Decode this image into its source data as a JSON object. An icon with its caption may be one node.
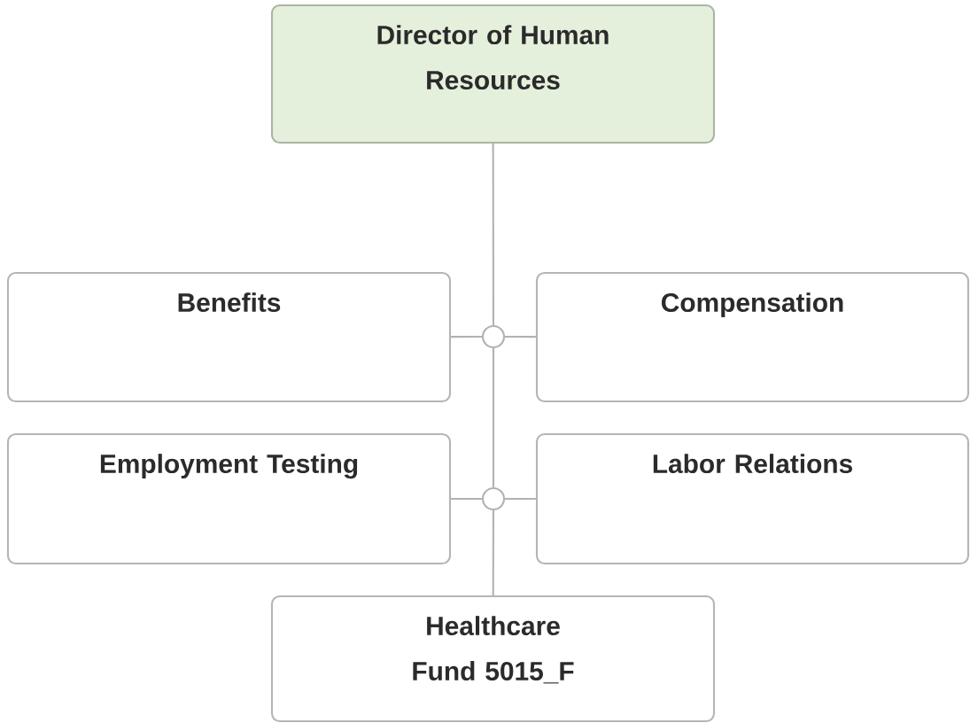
{
  "diagram": {
    "nodes": [
      {
        "text": [
          "Director of Human Resources"
        ]
      },
      {
        "text": [
          "Benefits"
        ]
      },
      {
        "text": [
          "Compensation"
        ]
      },
      {
        "text": [
          "Employment Testing"
        ]
      },
      {
        "text": [
          "Labor Relations"
        ]
      },
      {
        "text": [
          "Healthcare Fund 5015_F"
        ]
      },
      {
        "text": [],
        "shape": "circle"
      },
      {
        "text": [],
        "shape": "circle"
      }
    ],
    "edges": [
      {
        "from": 0,
        "to": 6,
        "arrow": "none"
      },
      {
        "from": 6,
        "to": 1,
        "arrow": "none"
      },
      {
        "from": 6,
        "to": 2,
        "arrow": "none"
      },
      {
        "from": 6,
        "to": 7,
        "arrow": "none"
      },
      {
        "from": 7,
        "to": 3,
        "arrow": "none"
      },
      {
        "from": 7,
        "to": 4,
        "arrow": "none"
      },
      {
        "from": 7,
        "to": 5,
        "arrow": "none"
      }
    ]
  }
}
